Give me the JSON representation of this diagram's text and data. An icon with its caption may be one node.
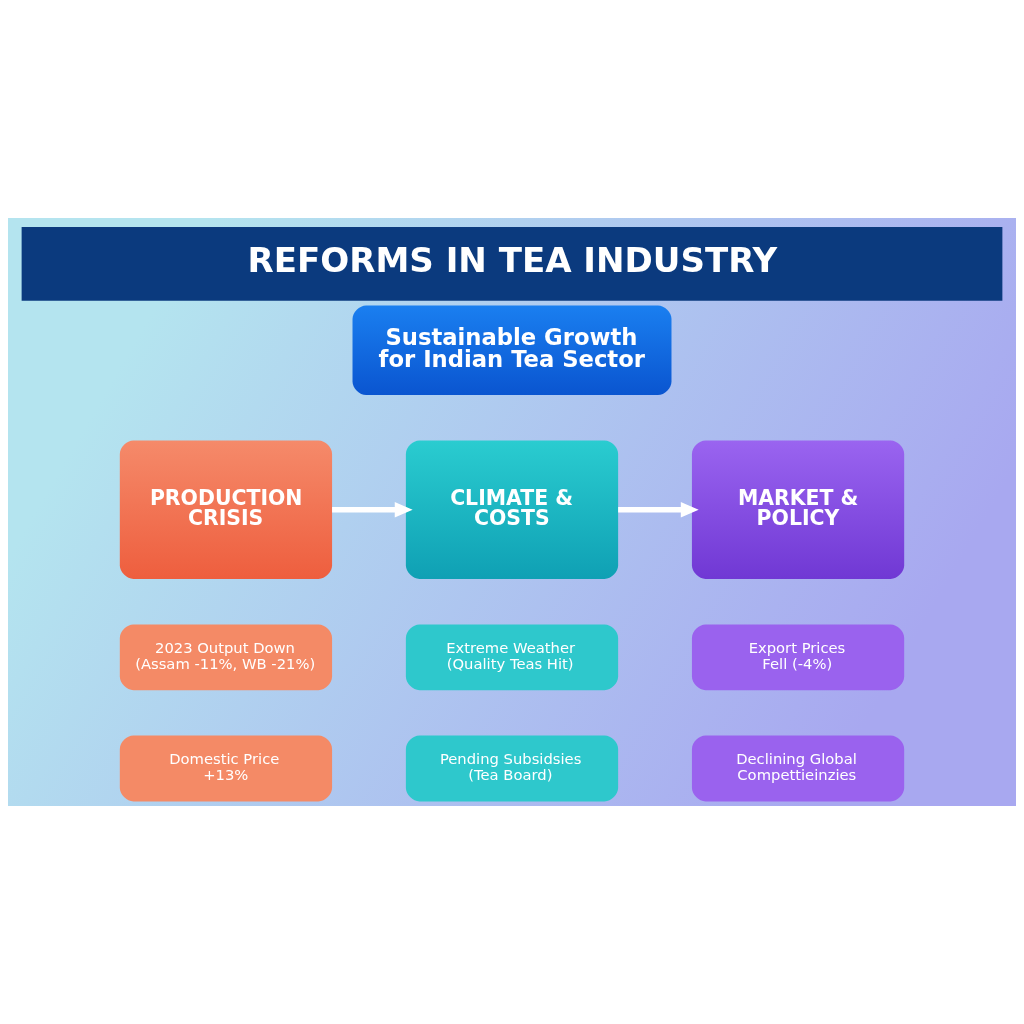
{
  "diagram": {
    "title": "REFORMS IN TEA INDUSTRY",
    "nodes": [
      {
        "text": [
          "Sustainable Growth for Indian Tea Sector"
        ]
      },
      {
        "text": [
          "PRODUCTION CRISIS"
        ]
      },
      {
        "text": [
          "CLIMATE & COSTS"
        ]
      },
      {
        "text": [
          "MARKET & POLICY"
        ]
      },
      {
        "text": [
          "2023 Output Down (Assam -11%, WB -21%)"
        ]
      },
      {
        "text": [
          "Domestic Price +13%"
        ]
      },
      {
        "text": [
          "Extreme Weather (Quality Teas Hit)"
        ]
      },
      {
        "text": [
          "Pending Subsidsies (Tea Board)"
        ]
      },
      {
        "text": [
          "Export Prices Fell (-4%)"
        ]
      },
      {
        "text": [
          "Declining Global Compettieinzies"
        ]
      }
    ],
    "edges": [
      {
        "from": 1,
        "to": 2,
        "arrow": "to"
      },
      {
        "from": 2,
        "to": 3,
        "arrow": "to"
      }
    ]
  }
}
